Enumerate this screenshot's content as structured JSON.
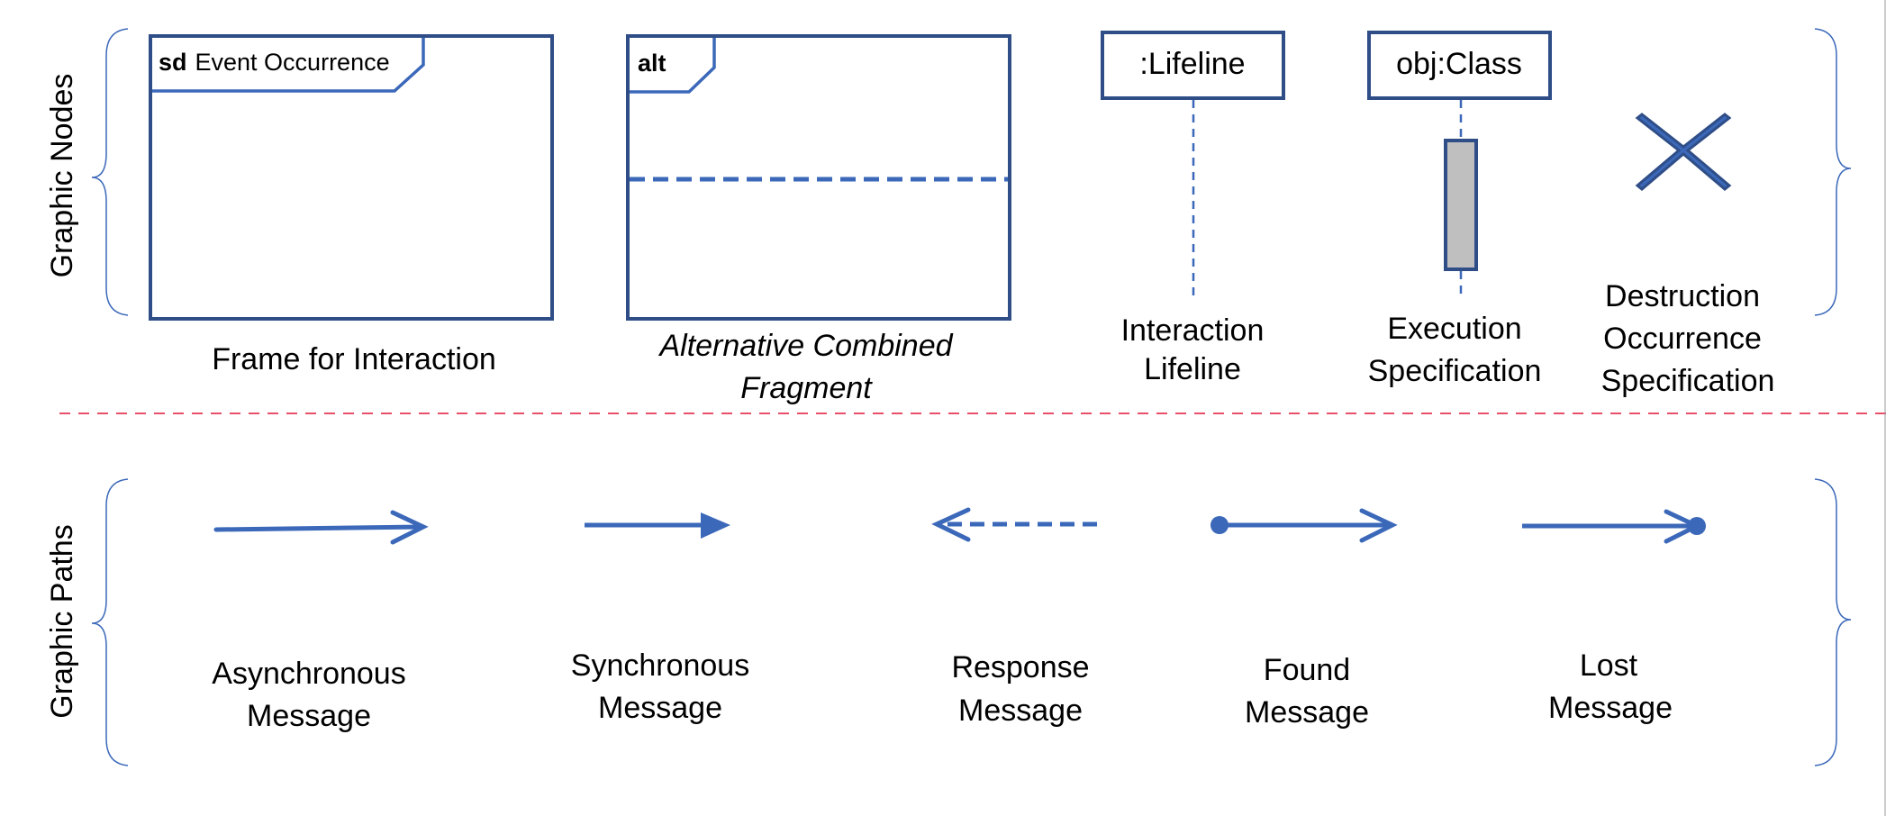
{
  "sections": {
    "nodes_label": "Graphic Nodes",
    "paths_label": "Graphic Paths"
  },
  "nodes": {
    "frame": {
      "keyword": "sd",
      "name": "Event Occurrence",
      "caption": "Frame for Interaction"
    },
    "alt": {
      "keyword": "alt",
      "caption_line1": "Alternative Combined",
      "caption_line2": "Fragment"
    },
    "lifeline": {
      "box": ":Lifeline",
      "caption_line1": "Interaction",
      "caption_line2": "Lifeline"
    },
    "execution": {
      "box": "obj:Class",
      "caption_line1": "Execution",
      "caption_line2": "Specification"
    },
    "destruction": {
      "caption_line1": "Destruction",
      "caption_line2": "Occurrence",
      "caption_line3": "Specification"
    }
  },
  "paths": {
    "async": {
      "line1": "Asynchronous",
      "line2": "Message"
    },
    "sync": {
      "line1": "Synchronous",
      "line2": "Message"
    },
    "response": {
      "line1": "Response",
      "line2": "Message"
    },
    "found": {
      "line1": "Found",
      "line2": "Message"
    },
    "lost": {
      "line1": "Lost",
      "line2": "Message"
    }
  },
  "colors": {
    "frame_stroke": "#2f4e87",
    "arrow_blue": "#3b68b9",
    "divider_red": "#e8506a",
    "execution_fill": "#bfbfbf"
  }
}
